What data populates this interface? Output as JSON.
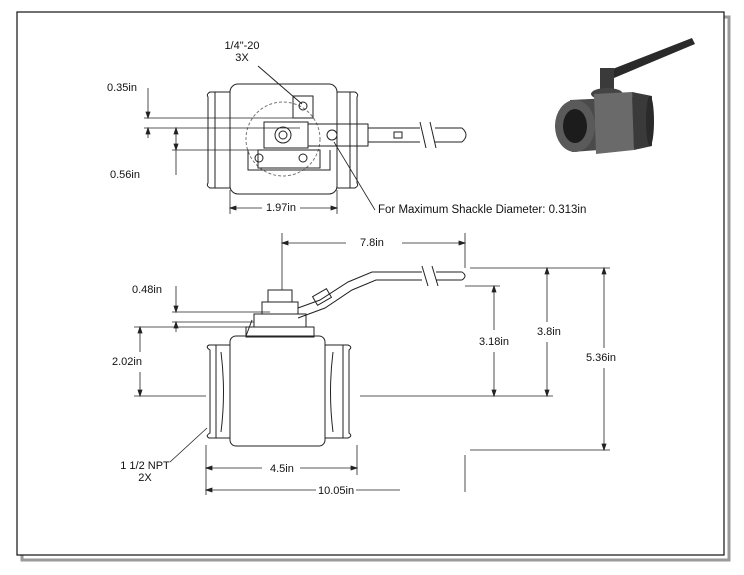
{
  "top_view": {
    "thread_callout_line1": "1/4\"-20",
    "thread_callout_line2": "3X",
    "dim_0_35": "0.35in",
    "dim_0_56": "0.56in",
    "dim_1_97": "1.97in",
    "shackle_note": "For Maximum Shackle Diameter: 0.313in"
  },
  "side_view": {
    "dim_7_8": "7.8in",
    "dim_0_48": "0.48in",
    "dim_2_02": "2.02in",
    "dim_3_18": "3.18in",
    "dim_3_8": "3.8in",
    "dim_5_36": "5.36in",
    "npt_line1": "1 1/2 NPT",
    "npt_line2": "2X",
    "dim_4_5": "4.5in",
    "dim_10_05": "10.05in"
  },
  "colors": {
    "line": "#222222",
    "body_dark": "#2e2e2e",
    "frame_border": "#111111",
    "frame_shadow": "#888888"
  }
}
